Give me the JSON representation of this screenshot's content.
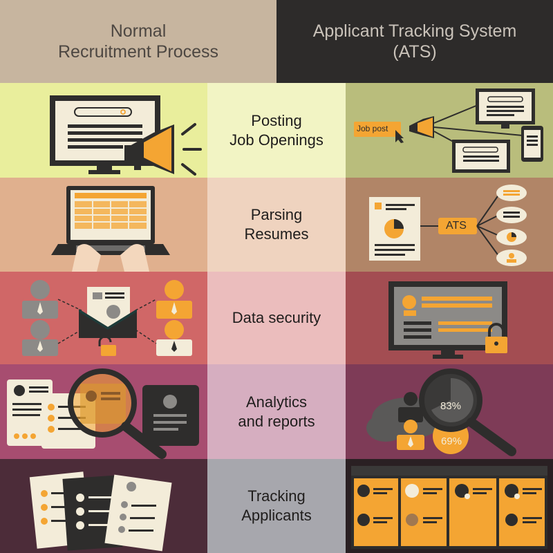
{
  "header": {
    "left_title": "Normal\nRecruitment Process",
    "right_title": "Applicant Tracking System\n(ATS)"
  },
  "stages": [
    {
      "label": "Posting\nJob Openings",
      "right_tag": "Job post"
    },
    {
      "label": "Parsing\nResumes",
      "right_tag": "ATS"
    },
    {
      "label": "Data security"
    },
    {
      "label": "Analytics\nand reports",
      "stat_a": "83%",
      "stat_b": "69%"
    },
    {
      "label": "Tracking\nApplicants"
    }
  ],
  "colors": {
    "row1": [
      "#e9ee9c",
      "#f2f4c4",
      "#b9bd7c"
    ],
    "row2": [
      "#e0b08e",
      "#efd3bf",
      "#b18567"
    ],
    "row3": [
      "#d06767",
      "#ebbdbd",
      "#a34d52"
    ],
    "row4": [
      "#a74d70",
      "#d6aec0",
      "#7e3b57"
    ],
    "row5": [
      "#4c2c39",
      "#a7a7ad",
      "#2a2023"
    ],
    "accent": "#f4a533",
    "dark": "#2e2d2c",
    "paper": "#f3ecd9"
  },
  "icons": [
    "monitor-icon",
    "megaphone-icon",
    "laptop-icon",
    "resume-icon",
    "envelope-icon",
    "person-icon",
    "lock-icon",
    "magnifier-icon",
    "cloud-icon",
    "checklist-icon"
  ]
}
